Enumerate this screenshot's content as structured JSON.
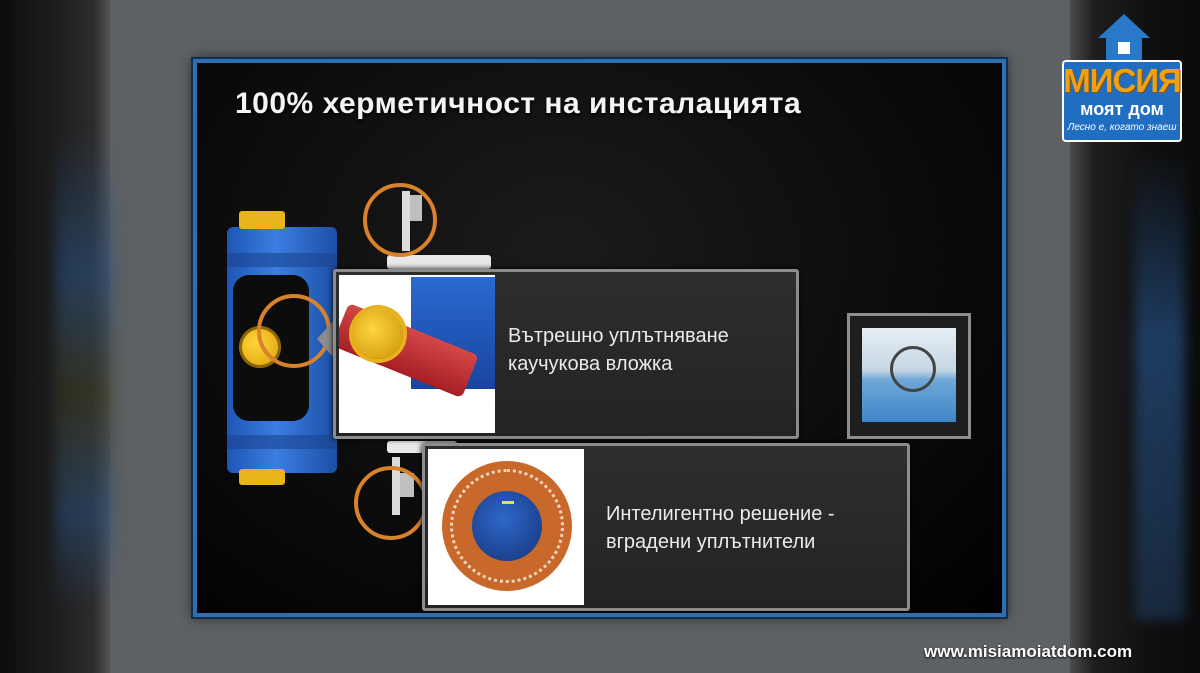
{
  "slide": {
    "title": "100% херметичност на инсталацията",
    "callouts": [
      {
        "text_line1": "Вътрешно уплътняване",
        "text_line2": "каучукова вложка"
      },
      {
        "text_line1": "Интелигентно решение -",
        "text_line2": "вградени уплътнители"
      }
    ]
  },
  "logo": {
    "main": "МИСИЯ",
    "sub": "моят дом",
    "tagline": "Лесно е, когато знаеш"
  },
  "footer": {
    "url": "www.misiamoiatdom.com"
  },
  "colors": {
    "frame": "#2f6fb0",
    "accent_ring": "#d8822b",
    "logo_blue": "#1f6ec2",
    "logo_orange": "#f0a112"
  }
}
